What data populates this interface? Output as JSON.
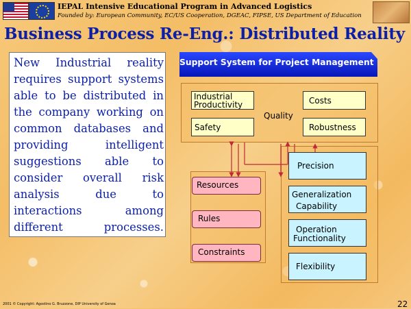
{
  "header": {
    "title": "IEPAL Intensive Educational Program in Advanced Logistics",
    "subtitle": "Founded by: European Community, EC/US Cooperation, DGEAC, FIPSE, US Department of Education"
  },
  "slide": {
    "title": "Business Process Re-Eng.: Distributed Reality",
    "body_text": "New Industrial reality requires support systems able to be distributed in the company working on common databases and providing intelligent suggestions able to consider overall risk analysis due to interactions among different processes."
  },
  "diagram": {
    "banner": "Support System for Project Management",
    "top_group": {
      "industrial_productivity": [
        "Industrial",
        "Productivity"
      ],
      "safety": "Safety",
      "quality": "Quality",
      "costs": "Costs",
      "robustness": "Robustness"
    },
    "left_group": {
      "resources": "Resources",
      "rules": "Rules",
      "constraints": "Constraints"
    },
    "right_group": {
      "precision": "Precision",
      "generalization": [
        "Generalization",
        "Capability"
      ],
      "operation": [
        "Operation",
        "Functionality"
      ],
      "flexibility": "Flexibility"
    }
  },
  "footer": {
    "credit": "2001 © Copyright: Agostino G. Bruzzone, DIP University of Genoa",
    "page_number": "22"
  },
  "colors": {
    "title_blue": "#0b1fa8",
    "banner_blue": "#0a1fd6",
    "yellow_box": "#ffffc8",
    "pink_box": "#ffb6c1",
    "cyan_box": "#c9f4ff",
    "connector": "#c0283a"
  }
}
